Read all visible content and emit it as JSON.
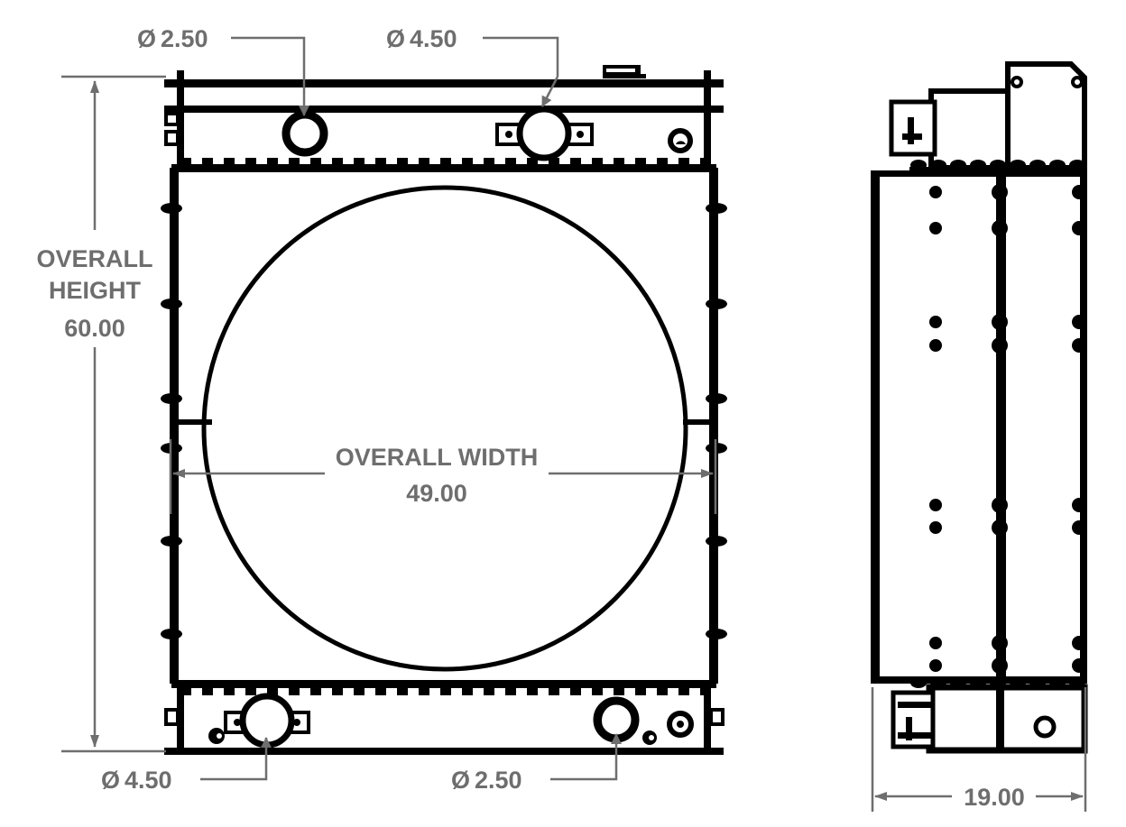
{
  "drawing": {
    "title": "Radiator assembly engineering drawing",
    "views": [
      {
        "name": "front-view",
        "label": ""
      },
      {
        "name": "side-view",
        "label": ""
      }
    ],
    "colors": {
      "line": "#000000",
      "dimension": "#6e6e6e",
      "background": "#ffffff"
    }
  },
  "dimensions": {
    "overall_height": {
      "label_line1": "OVERALL",
      "label_line2": "HEIGHT",
      "value": "60.00"
    },
    "overall_width": {
      "label": "OVERALL WIDTH",
      "value": "49.00"
    },
    "depth": {
      "value": "19.00"
    },
    "callouts": [
      {
        "name": "top-left-port",
        "symbol": "Ø",
        "value": "2.50"
      },
      {
        "name": "top-right-port",
        "symbol": "Ø",
        "value": "4.50"
      },
      {
        "name": "bottom-left-port",
        "symbol": "Ø",
        "value": "4.50"
      },
      {
        "name": "bottom-right-port",
        "symbol": "Ø",
        "value": "2.50"
      }
    ]
  }
}
